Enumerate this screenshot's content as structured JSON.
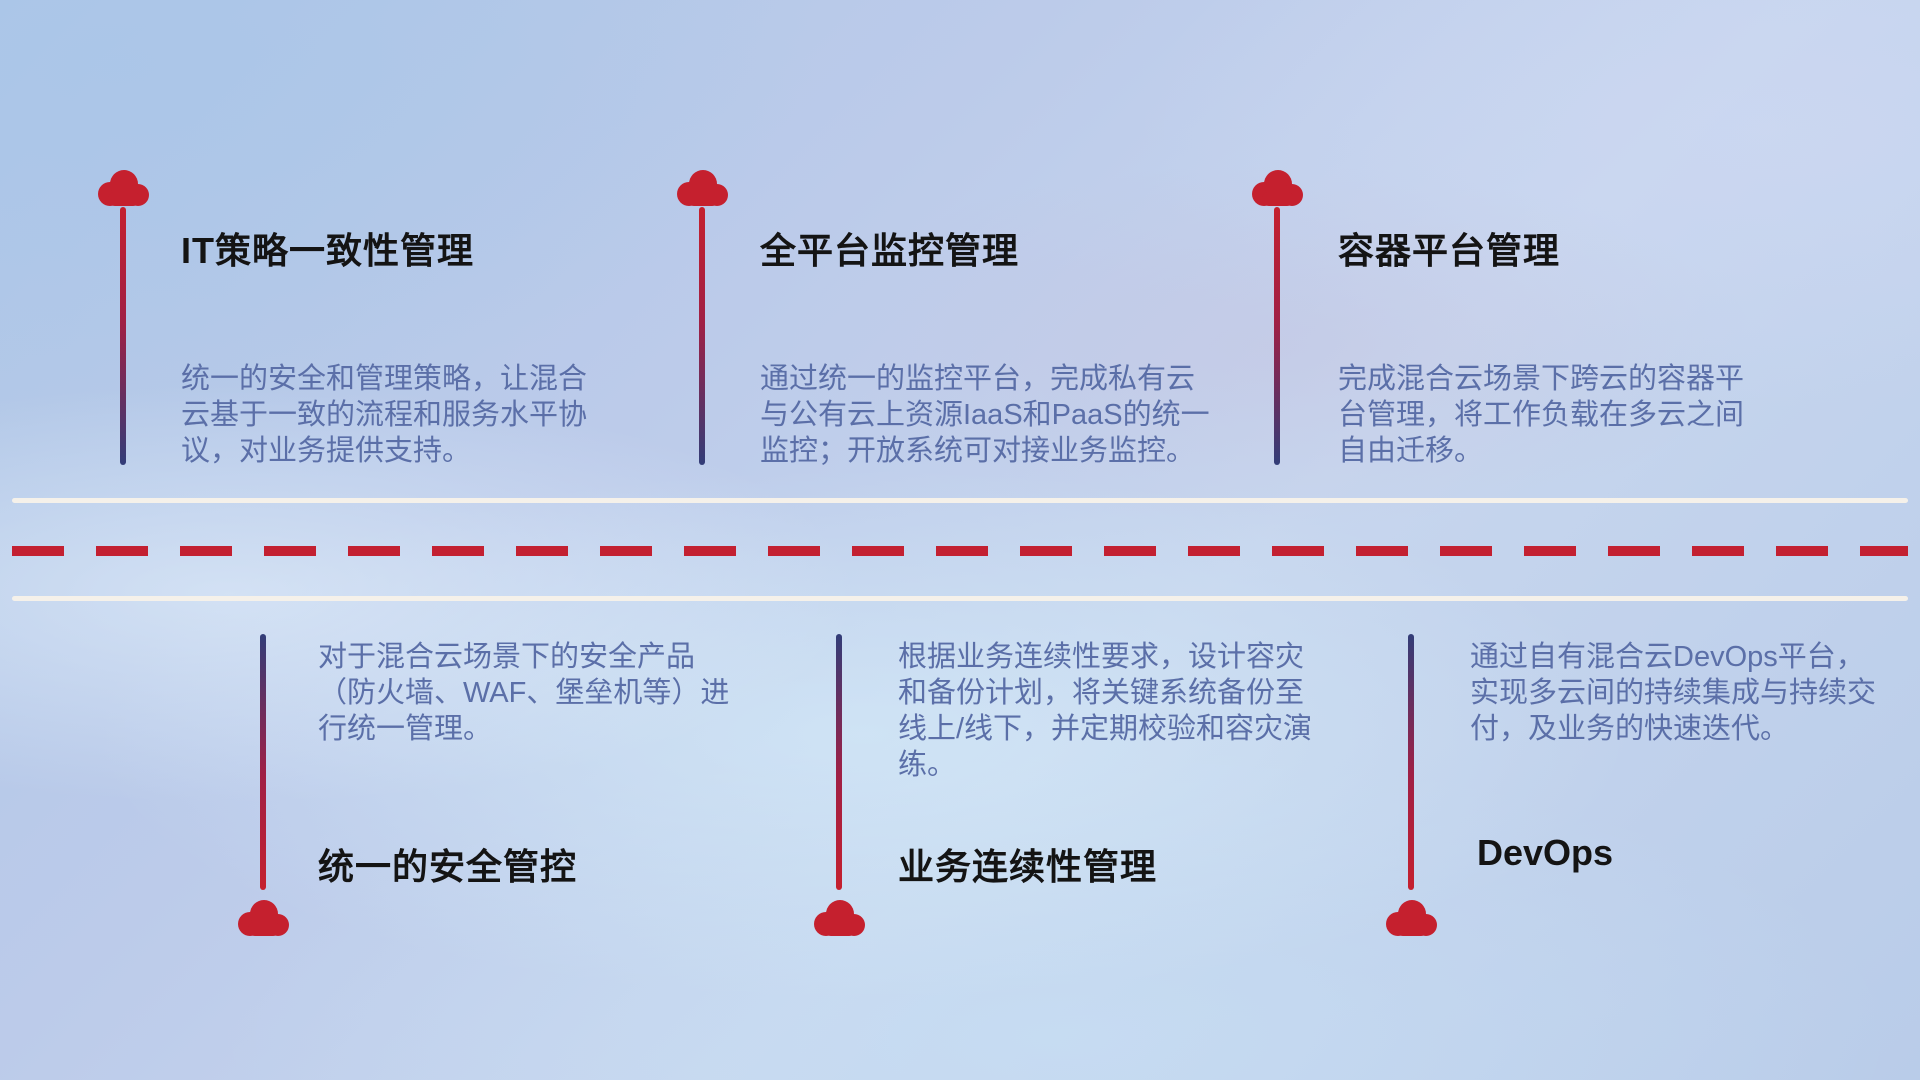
{
  "items": [
    {
      "id": "it-policy",
      "title": "IT策略一致性管理",
      "description": "统一的安全和管理策略，让混合云基于一致的流程和服务水平协议，对业务提供支持。"
    },
    {
      "id": "platform-monitoring",
      "title": "全平台监控管理",
      "description": "通过统一的监控平台，完成私有云与公有云上资源IaaS和PaaS的统一监控；开放系统可对接业务监控。"
    },
    {
      "id": "container-platform",
      "title": "容器平台管理",
      "description": "完成混合云场景下跨云的容器平台管理，将工作负载在多云之间自由迁移。"
    },
    {
      "id": "unified-security",
      "title": "统一的安全管控",
      "description": "对于混合云场景下的安全产品（防火墙、WAF、堡垒机等）进行统一管理。"
    },
    {
      "id": "business-continuity",
      "title": "业务连续性管理",
      "description": "根据业务连续性要求，设计容灾和备份计划，将关键系统备份至线上/线下，并定期校验和容灾演练。"
    },
    {
      "id": "devops",
      "title": "DevOps",
      "description": "通过自有混合云DevOps平台，实现多云间的持续集成与持续交付，及业务的快速迭代。"
    }
  ],
  "colors": {
    "cloud_red": "#c5202e",
    "dash_red": "#c32031",
    "stem_navy": "#323d78",
    "title_text": "#141414",
    "description_text": "#5b6fa8",
    "road_white": "#f5f1ea"
  }
}
